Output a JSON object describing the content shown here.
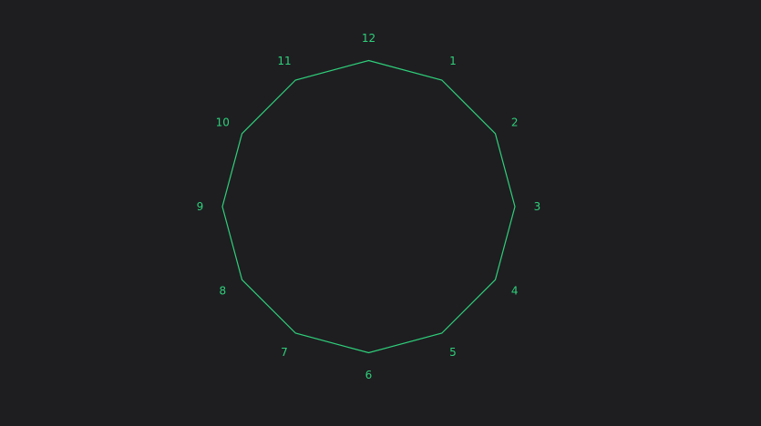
{
  "diagram": {
    "shape": "regular-dodecagon",
    "vertex_labels": [
      "12",
      "1",
      "2",
      "3",
      "4",
      "5",
      "6",
      "7",
      "8",
      "9",
      "10",
      "11"
    ],
    "colors": {
      "background": "#1e1e21",
      "stroke": "#2fd07a",
      "label": "#2fd07a"
    }
  }
}
